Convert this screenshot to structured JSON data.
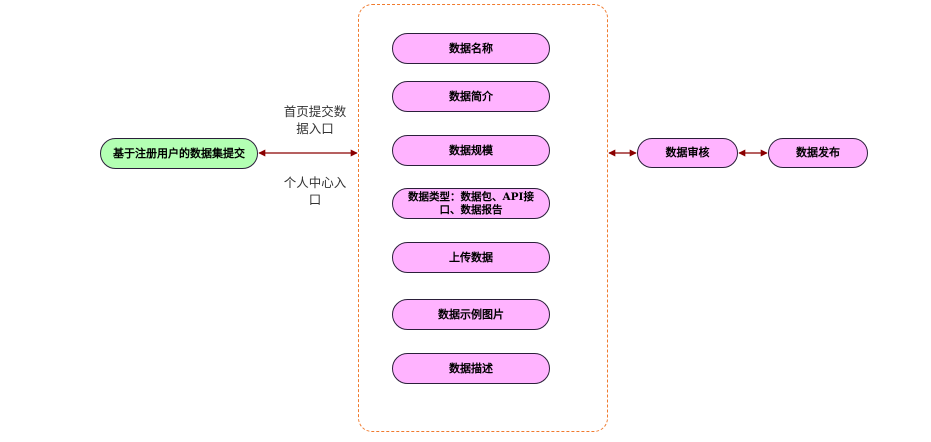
{
  "colors": {
    "form_field_fill": "#ffb3ff",
    "start_node_fill": "#b3ffb3",
    "container_border": "#f07b2f",
    "arrow": "#8b0000"
  },
  "nodes": {
    "submit": "基于注册用户的数据集提交",
    "fields": {
      "name": "数据名称",
      "summary": "数据简介",
      "scale": "数据规模",
      "type": "数据类型：数据包、API接口、数据报告",
      "upload": "上传数据",
      "example_images": "数据示例图片",
      "description": "数据描述"
    },
    "review": "数据审核",
    "publish": "数据发布"
  },
  "edge_labels": {
    "home_entry": "首页提交数据入口",
    "personal_entry": "个人中心入口"
  }
}
